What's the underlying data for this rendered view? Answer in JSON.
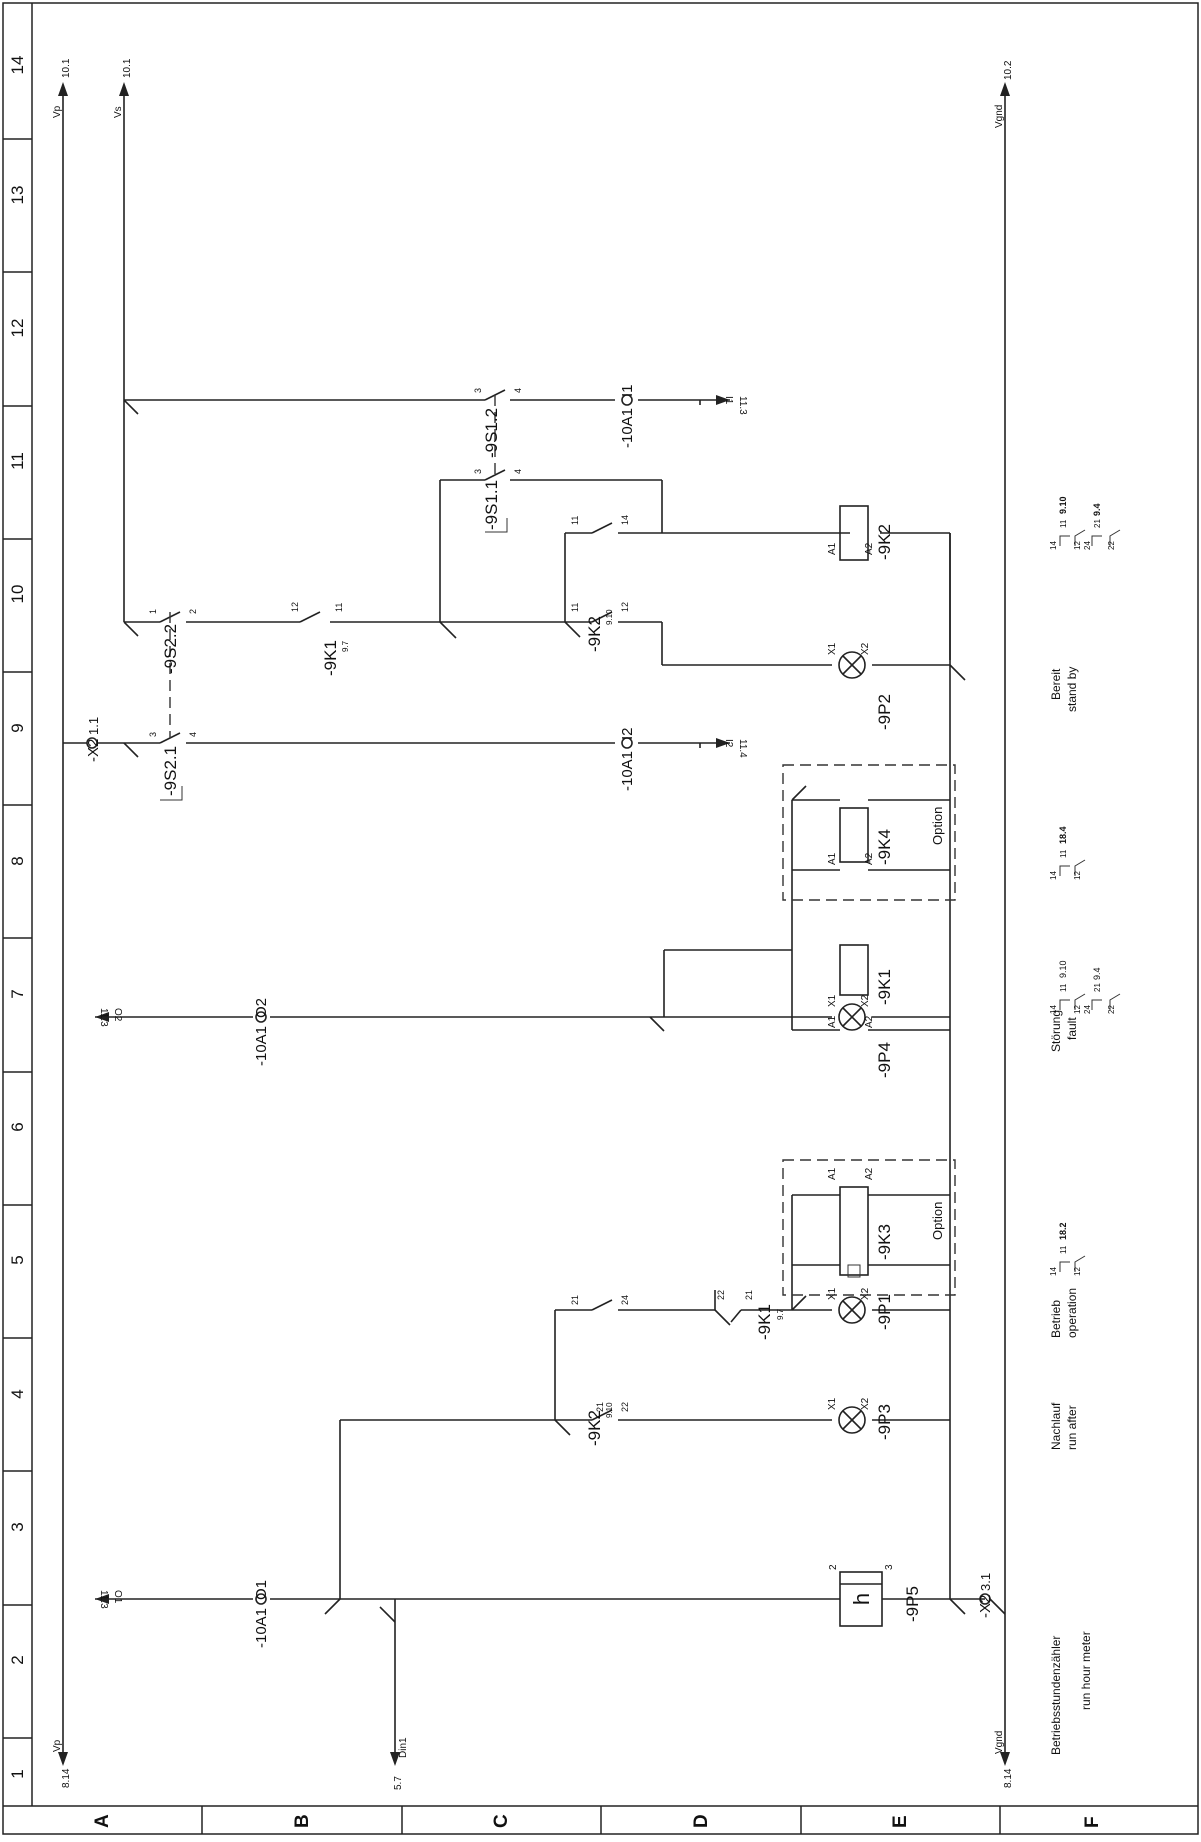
{
  "grid": {
    "columns": [
      "1",
      "2",
      "3",
      "4",
      "5",
      "6",
      "7",
      "8",
      "9",
      "10",
      "11",
      "12",
      "13",
      "14"
    ],
    "rows": [
      "A",
      "B",
      "C",
      "D",
      "E",
      "F"
    ]
  },
  "rails": {
    "vp_left_ref": "8.14",
    "vp_left": "Vp",
    "vp_right": "Vp",
    "vp_right_ref": "10.1",
    "vs": "Vs",
    "vs_ref": "10.1",
    "vgnd_left_ref": "8.14",
    "vgnd_left": "Vgnd",
    "vgnd_right": "Vgnd",
    "vgnd_right_ref": "10.2"
  },
  "terminals": {
    "x2_11": {
      "name": "-X2",
      "pin": "1.1"
    },
    "x2_31": {
      "name": "-X2",
      "pin": "3.1"
    },
    "o1": {
      "name": "-10A1",
      "pin": "O1",
      "signal": "O1",
      "ref": "11.3"
    },
    "o2": {
      "name": "-10A1",
      "pin": "O2",
      "signal": "O2",
      "ref": "11.3"
    },
    "i1": {
      "name": "-10A1",
      "pin": "I1",
      "signal": "I1",
      "ref": "11.3"
    },
    "i2": {
      "name": "-10A1",
      "pin": "I2",
      "signal": "I2",
      "ref": "11.4"
    },
    "din1": {
      "signal": "Din1",
      "ref": "5.7"
    }
  },
  "components": {
    "p5": {
      "name": "-9P5",
      "symbol": "h",
      "pin_a": "2",
      "pin_b": "3"
    },
    "p3": {
      "name": "-9P3"
    },
    "p1": {
      "name": "-9P1"
    },
    "p4": {
      "name": "-9P4"
    },
    "p2": {
      "name": "-9P2"
    },
    "k3": {
      "name": "-9K3"
    },
    "k1": {
      "name": "-9K1"
    },
    "k4": {
      "name": "-9K4"
    },
    "k2": {
      "name": "-9K2"
    },
    "k2_c1": {
      "name": "-9K2",
      "ref": "9.10",
      "pin_a": "21",
      "pin_b": "22"
    },
    "k1_c1": {
      "name": "-9K1",
      "ref": "9.7",
      "pin_a": "21",
      "pin_b": "24",
      "pin_c": "22",
      "pin_d": "21"
    },
    "k1_c2": {
      "name": "-9K1",
      "ref": "9.7",
      "pin_a": "12",
      "pin_b": "11"
    },
    "k2_c2": {
      "name": "-9K2",
      "ref": "9.10",
      "pin_a": "11",
      "pin_b": "12",
      "pin_c": "11",
      "pin_d": "14"
    },
    "s2_1": {
      "name": "-9S2.1",
      "pin_a": "3",
      "pin_b": "4"
    },
    "s2_2": {
      "name": "-9S2.2",
      "pin_a": "1",
      "pin_b": "2"
    },
    "s1_1": {
      "name": "-9S1.1",
      "pin_a": "3",
      "pin_b": "4"
    },
    "s1_2": {
      "name": "-9S1.2",
      "pin_a": "3",
      "pin_b": "4"
    }
  },
  "pins": {
    "x1": "X1",
    "x2": "X2",
    "a1": "A1",
    "a2": "A2"
  },
  "option_label": "Option",
  "descriptions": {
    "meter_de": "Betriebsstundenzähler",
    "meter_en": "run hour meter",
    "runafter_de": "Nachlauf",
    "runafter_en": "run after",
    "operation_de": "Betrieb",
    "operation_en": "operation",
    "fault_de": "Störung",
    "fault_en": "fault",
    "standby_de": "Bereit",
    "standby_en": "stand by"
  },
  "crossrefs": {
    "k3": {
      "p1": "14",
      "p2": "12",
      "p3": "11",
      "ref1": "18.2"
    },
    "k1": {
      "p1": "14",
      "p2": "12",
      "p3": "11",
      "ref1": "9.10",
      "p4": "24",
      "p5": "22",
      "p6": "21",
      "ref2": "9.4"
    },
    "k4": {
      "p1": "14",
      "p2": "12",
      "p3": "11",
      "ref1": "18.4"
    },
    "k2": {
      "p1": "14",
      "p2": "12",
      "p3": "11",
      "ref1": "9.10",
      "p4": "24",
      "p5": "22",
      "p6": "21",
      "ref2": "9.4"
    }
  }
}
